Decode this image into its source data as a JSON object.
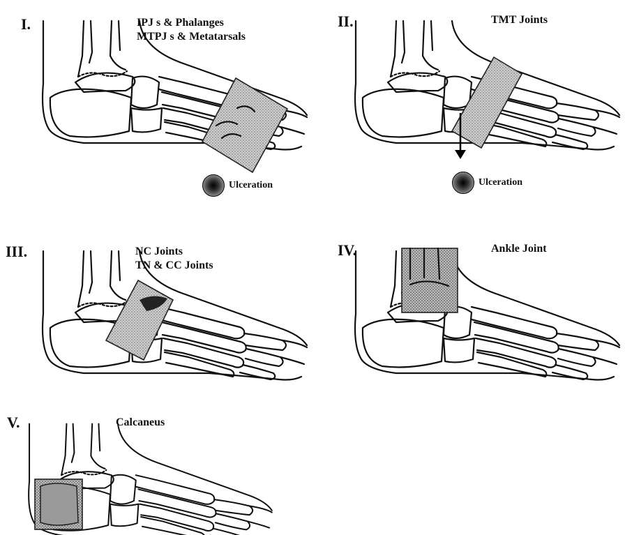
{
  "panels": [
    {
      "numeral": "I.",
      "lines": [
        "IPJ s & Phalanges",
        "MTPJ s & Metatarsals"
      ],
      "ulceration": "Ulceration"
    },
    {
      "numeral": "II.",
      "lines": [
        "TMT Joints"
      ],
      "ulceration": "Ulceration"
    },
    {
      "numeral": "III.",
      "lines": [
        "NC Joints",
        "TN & CC Joints"
      ]
    },
    {
      "numeral": "IV.",
      "lines": [
        "Ankle Joint"
      ]
    },
    {
      "numeral": "V.",
      "lines": [
        "Calcaneus"
      ]
    }
  ]
}
